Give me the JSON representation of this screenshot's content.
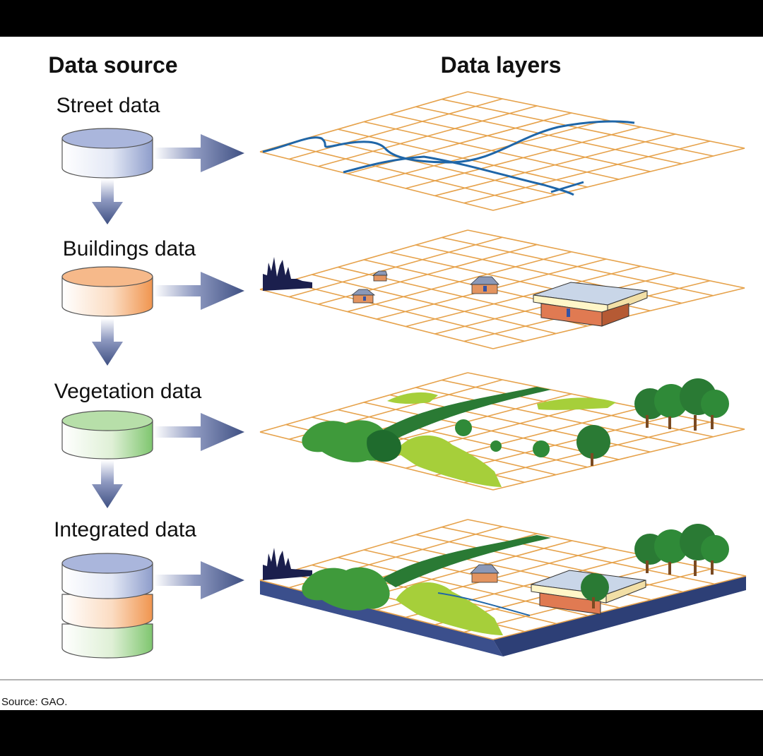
{
  "header": {
    "source_title": "Data source",
    "layers_title": "Data layers"
  },
  "sources": [
    {
      "label": "Street data",
      "color": "#9aa9d6"
    },
    {
      "label": "Buildings data",
      "color": "#f2a56a"
    },
    {
      "label": "Vegetation data",
      "color": "#9fd48f"
    },
    {
      "label": "Integrated data",
      "color": "#9aa9d6"
    }
  ],
  "footer": {
    "source_note": "Source: GAO."
  },
  "colors": {
    "background": "#000000",
    "panel": "#ffffff",
    "arrow": "#3f5083",
    "grid": "#e6a24b",
    "street": "#1f66a8",
    "base": "#3b4f8c",
    "dark_green": "#2a7a34",
    "mid_green": "#3f9a3b",
    "light_green": "#a6cf3a",
    "building_roof": "#c9d6e8",
    "building_wall": "#e07a52",
    "skyline": "#1b1f4d"
  }
}
